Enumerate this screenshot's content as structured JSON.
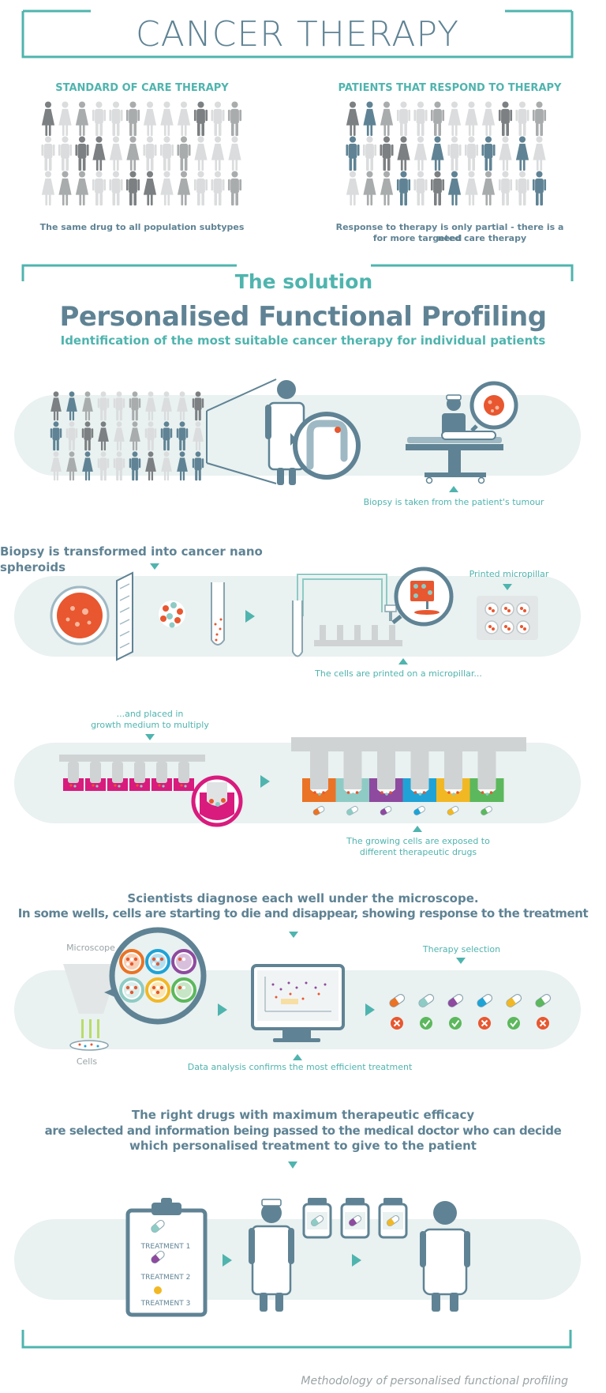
{
  "header": {
    "title": "CANCER THERAPY"
  },
  "standard_care": {
    "heading": "STANDARD OF CARE THERAPY",
    "caption": "The same drug to all population subtypes"
  },
  "responders": {
    "heading": "PATIENTS THAT RESPOND TO THERAPY",
    "caption_line1": "Response to therapy is only partial - there is a need",
    "caption_line2": "for more targeted care therapy"
  },
  "solution": {
    "kicker": "The solution",
    "title": "Personalised Functional Profiling",
    "subtitle": "Identification of the most suitable cancer therapy for individual patients"
  },
  "step_biopsy": {
    "caption": "Biopsy is taken from the patient's tumour"
  },
  "step_spheroids": {
    "heading": "Biopsy is transformed into cancer nano spheroids",
    "micropillar_label": "Printed micropillar",
    "caption": "The cells are printed on a micropillar..."
  },
  "step_growth": {
    "label_line1": "...and placed in",
    "label_line2": "growth medium to multiply",
    "caption_line1": "The growing cells are exposed to",
    "caption_line2": "different therapeutic drugs"
  },
  "step_diagnose": {
    "heading_line1": "Scientists diagnose each well under the microscope.",
    "heading_line2": "In some wells, cells are starting to die and disappear, showing response to the treatment",
    "microscope_label": "Microscope",
    "cells_label": "Cells",
    "therapy_label": "Therapy selection",
    "caption": "Data analysis confirms the most efficient treatment",
    "results": [
      "fail",
      "pass",
      "pass",
      "fail",
      "pass",
      "fail"
    ]
  },
  "step_select": {
    "heading_line1": "The right drugs with maximum therapeutic efficacy",
    "heading_line2": "are selected and information being passed to the medical doctor who can decide",
    "heading_line3": "which personalised treatment to give to the patient",
    "treatments": [
      "TREATMENT 1",
      "TREATMENT 2",
      "TREATMENT 3"
    ]
  },
  "footer": {
    "caption": "Methodology of personalised functional profiling"
  },
  "colors": {
    "teal": "#4fb4ae",
    "slate": "#5f8394",
    "tumour": "#e8572f",
    "band": "#e9f1f1",
    "magenta": "#d81b7d",
    "orange": "#ea7325",
    "cyan_well": "#8ecbc4",
    "purple": "#8e4a9e",
    "blue": "#1fa3d6",
    "yellow": "#f2b824",
    "green": "#5cb85c",
    "fail_red": "#e8572f",
    "pass_green": "#5cb85c"
  },
  "icons": [
    "person-icon",
    "doctor-icon",
    "surgeon-icon",
    "tumour-icon",
    "colon-icon",
    "petri-dish-icon",
    "test-tube-icon",
    "micropillar-icon",
    "microscope-icon",
    "monitor-icon",
    "pill-icon",
    "check-icon",
    "cross-icon",
    "clipboard-icon",
    "pill-bottle-icon",
    "arrow-icon"
  ]
}
